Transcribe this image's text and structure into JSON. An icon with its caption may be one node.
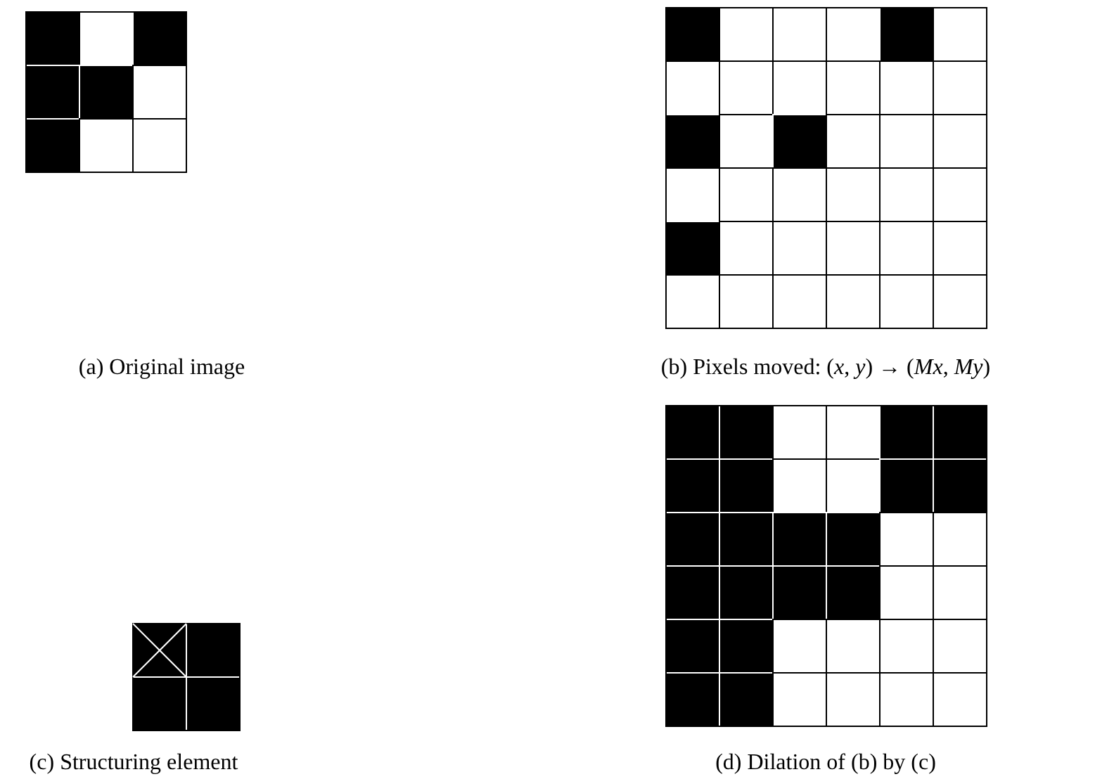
{
  "diagram": {
    "labels": [
      "(a) Original image",
      "(b) Pixels moved: (*x*, *y*) → (*Mx*, *My*)",
      "(c) Structuring element",
      "(d) Dilation of (b) by (c)"
    ]
  }
}
